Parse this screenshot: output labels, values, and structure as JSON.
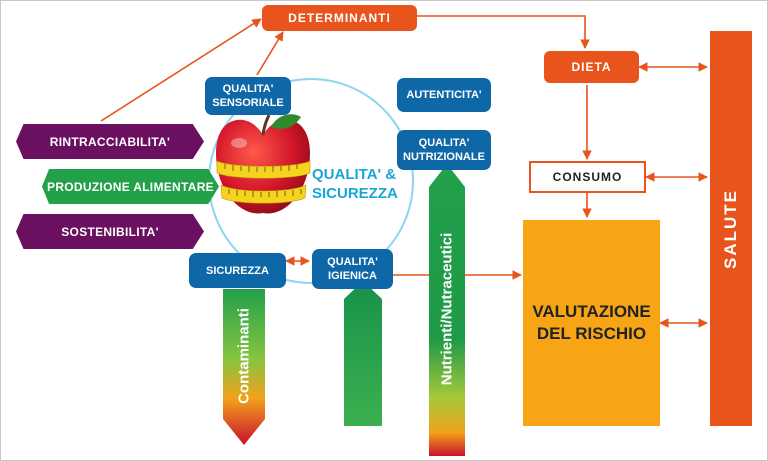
{
  "nodes": {
    "determinanti": "DETERMINANTI",
    "dieta": "DIETA",
    "consumo": "CONSUMO",
    "salute": "SALUTE",
    "valutazione": "VALUTAZIONE DEL RISCHIO",
    "qualita_sensoriale": "QUALITA' SENSORIALE",
    "autenticita": "AUTENTICITA'",
    "qualita_nutrizionale": "QUALITA' NUTRIZIONALE",
    "sicurezza": "SICUREZZA",
    "qualita_igienica": "QUALITA' IGIENICA",
    "qualita_sicurezza": "QUALITA' & SICUREZZA"
  },
  "side_labels": {
    "rintracciabilita": "RINTRACCIABILITA'",
    "produzione": "PRODUZIONE ALIMENTARE",
    "sostenibilita": "SOSTENIBILITA'"
  },
  "arrows": {
    "contaminanti": "Contaminanti",
    "nutrienti": "Nutrienti/Nutraceutici"
  },
  "colors": {
    "orange": "#e8541b",
    "blue": "#0e68a8",
    "purple": "#6b1060",
    "green": "#22a04a",
    "yellow": "#f7a515",
    "cyan": "#1aa5d6",
    "red": "#c8102e"
  },
  "icons": [
    "apple-with-measuring-tape-icon"
  ]
}
